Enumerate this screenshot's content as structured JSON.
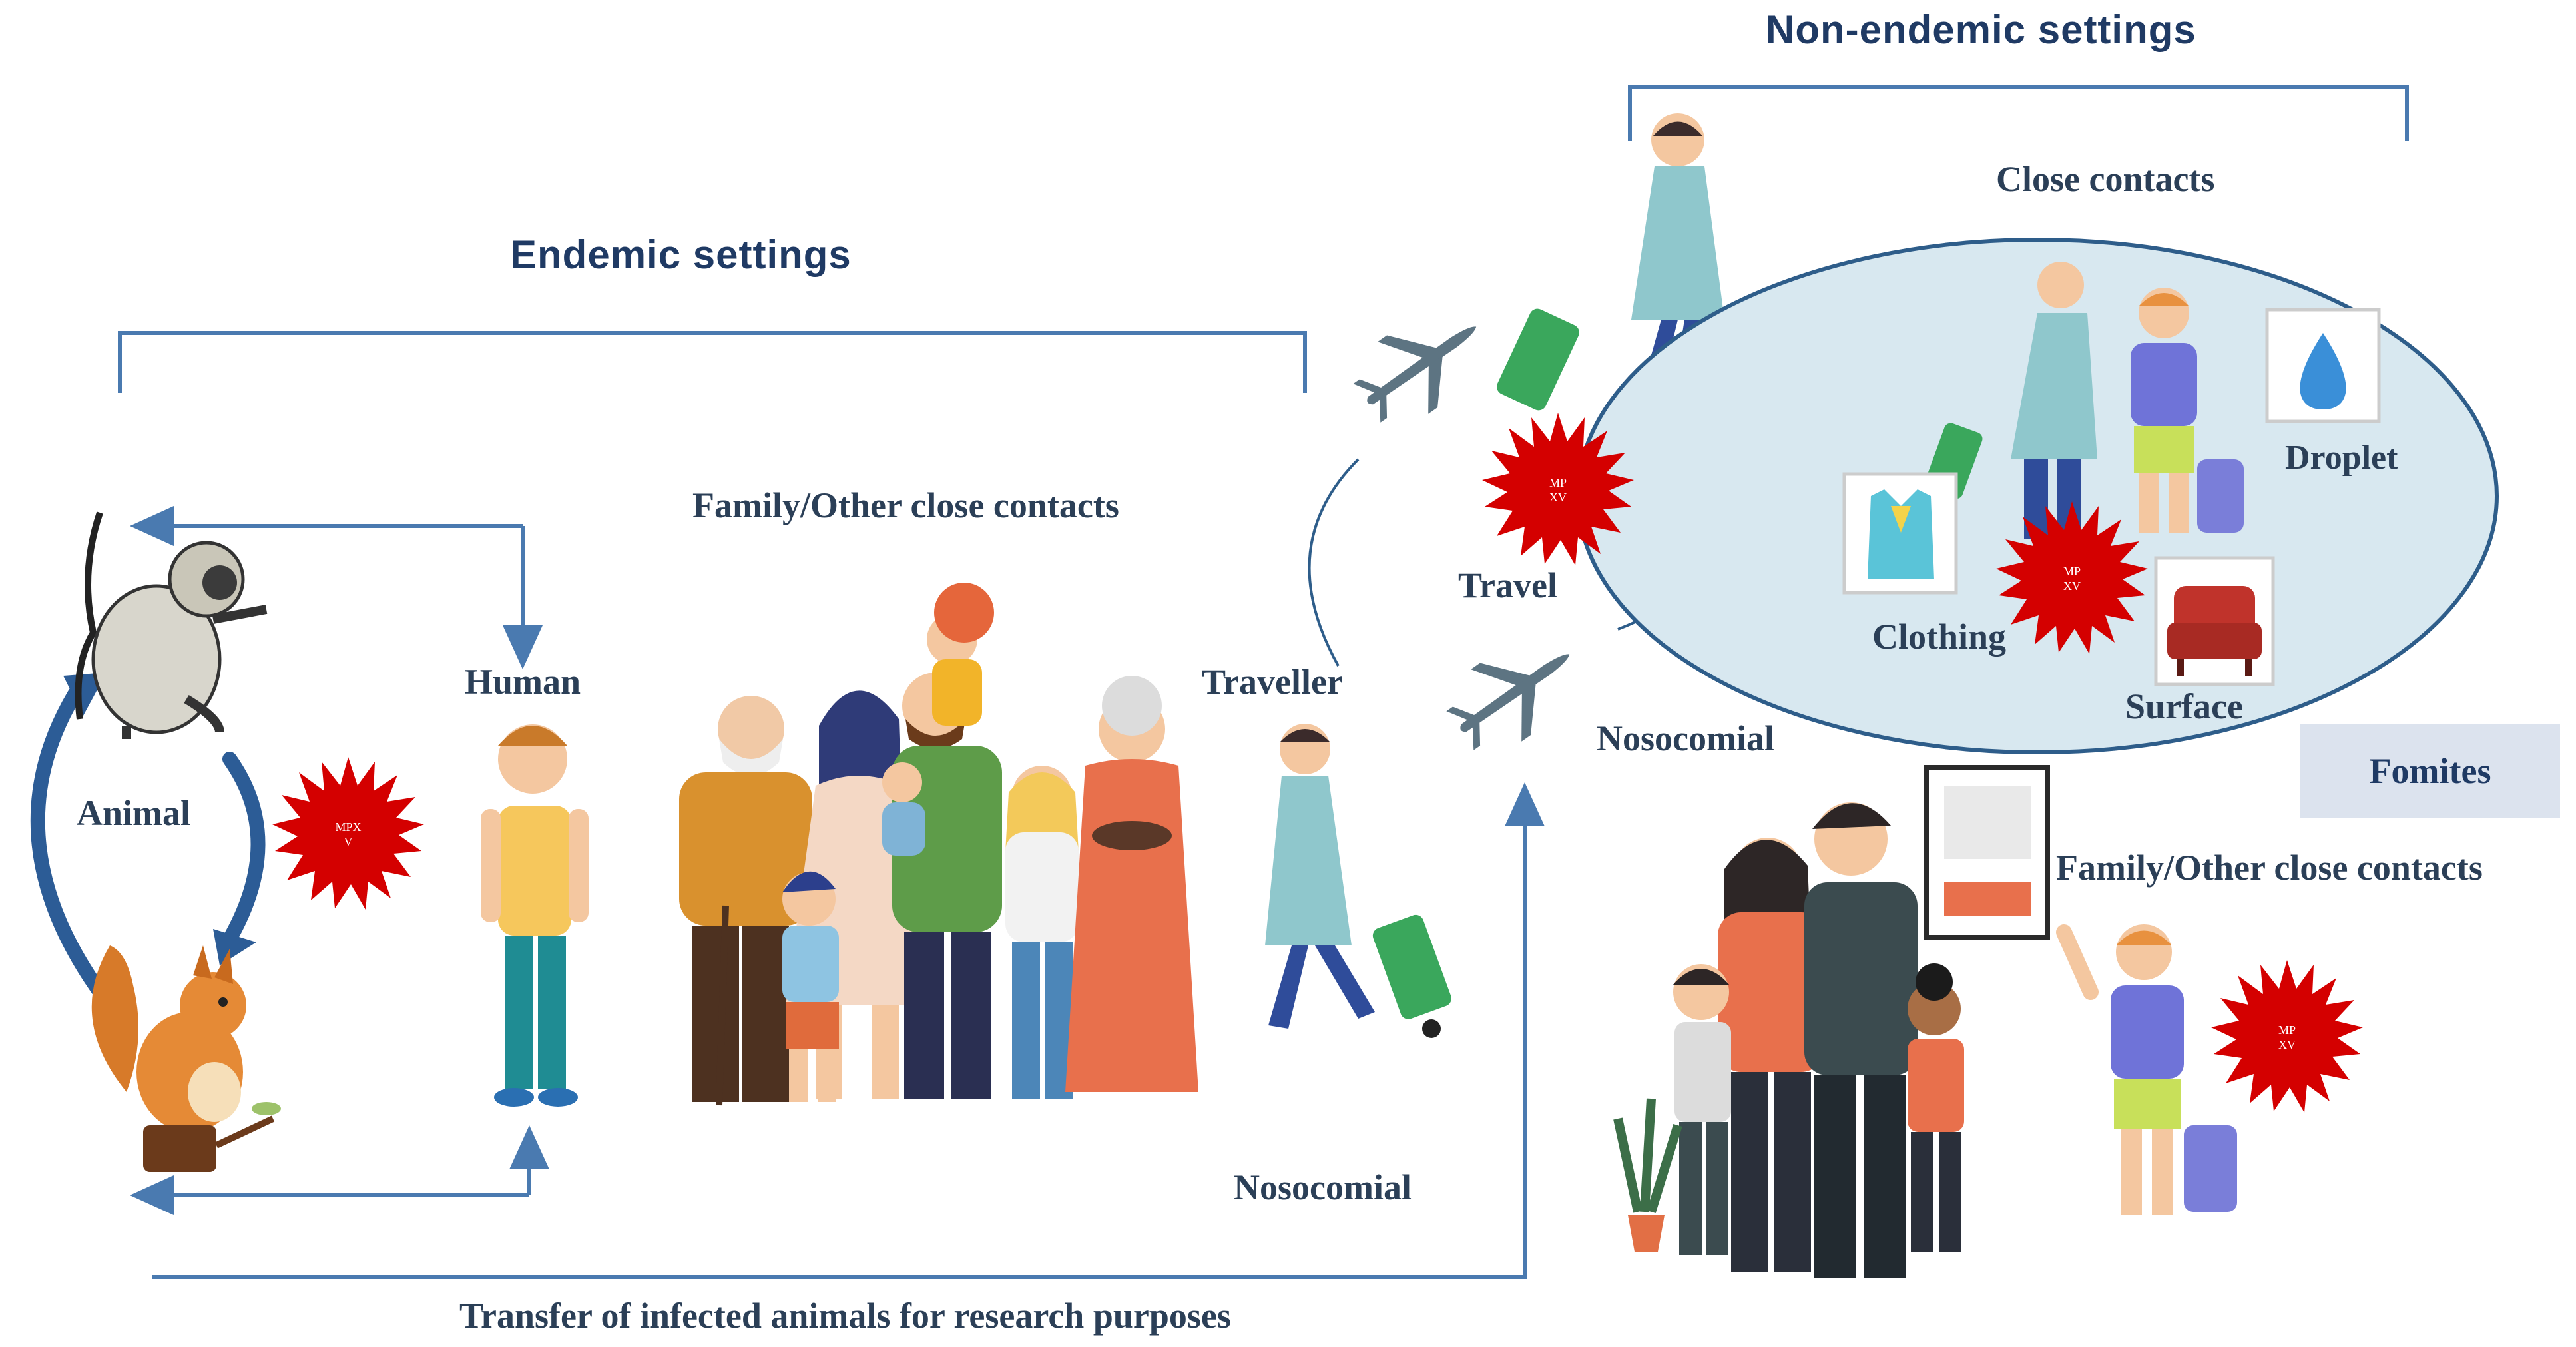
{
  "sections": {
    "endemic": "Endemic settings",
    "non_endemic": "Non-endemic settings"
  },
  "labels": {
    "animal": "Animal",
    "human": "Human",
    "family_left": "Family/Other close contacts",
    "traveller": "Traveller",
    "nosocomial_bottom": "Nosocomial",
    "transfer": "Transfer of infected animals for research purposes",
    "travel": "Travel",
    "nosocomial_right": "Nosocomial",
    "close_contacts": "Close contacts",
    "droplet": "Droplet",
    "clothing": "Clothing",
    "surface": "Surface",
    "fomites": "Fomites",
    "family_right": "Family/Other close contacts"
  },
  "virus": {
    "left_line1": "MPX",
    "left_line2": "V",
    "other_line1": "MP",
    "other_line2": "XV"
  },
  "colors": {
    "arrow": "#4a7ab0",
    "virus": "#d40000",
    "ellipse_fill": "#d8e8f0",
    "ellipse_stroke": "#2e5d8a",
    "section_text": "#1f3a64"
  }
}
